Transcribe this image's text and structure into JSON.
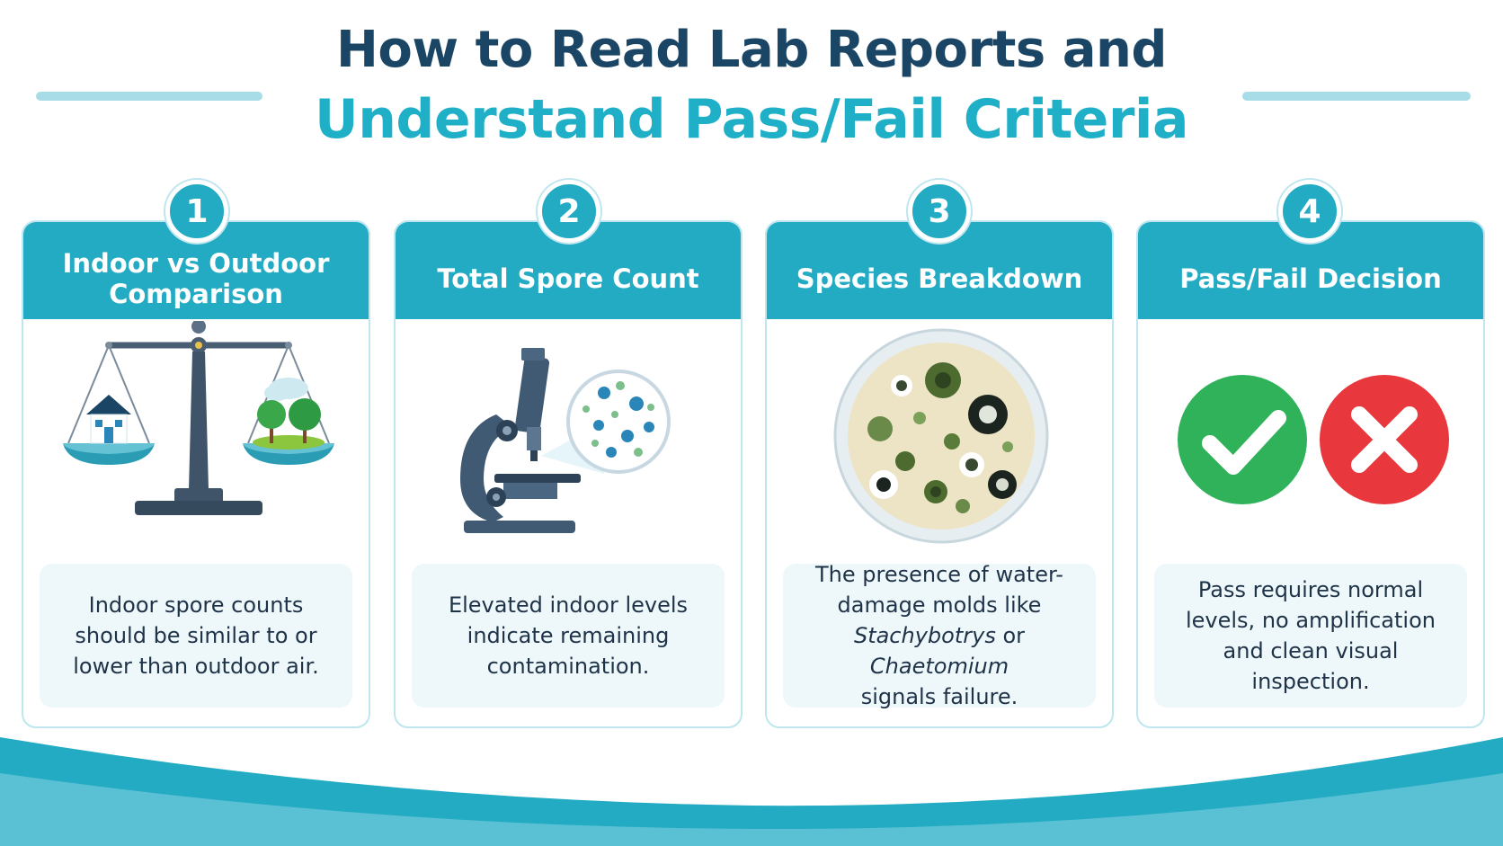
{
  "title": {
    "line1": "How to Read Lab Reports  and",
    "line2": "Understand Pass/Fail Criteria"
  },
  "steps": [
    {
      "number": "1",
      "title": "Indoor vs Outdoor Comparison",
      "icon": "balance-scale-house-trees",
      "description": "Indoor spore counts should be similar to or lower than outdoor air."
    },
    {
      "number": "2",
      "title": "Total Spore Count",
      "icon": "microscope-spores",
      "description": "Elevated indoor levels indicate remaining contamination."
    },
    {
      "number": "3",
      "title": "Species Breakdown",
      "icon": "petri-dish-mold",
      "description_parts": {
        "before": "The presence of water-damage molds like",
        "species1": "Stachybotrys",
        "connector": "or",
        "species2": "Chaetomium",
        "after": "signals failure."
      }
    },
    {
      "number": "4",
      "title": "Pass/Fail Decision",
      "icon": "check-and-x-marks",
      "description": "Pass requires normal levels, no amplification and clean visual inspection."
    }
  ],
  "colors": {
    "navy": "#1b4565",
    "teal": "#23abc4",
    "pass": "#2fb25a",
    "fail": "#e8383d"
  }
}
